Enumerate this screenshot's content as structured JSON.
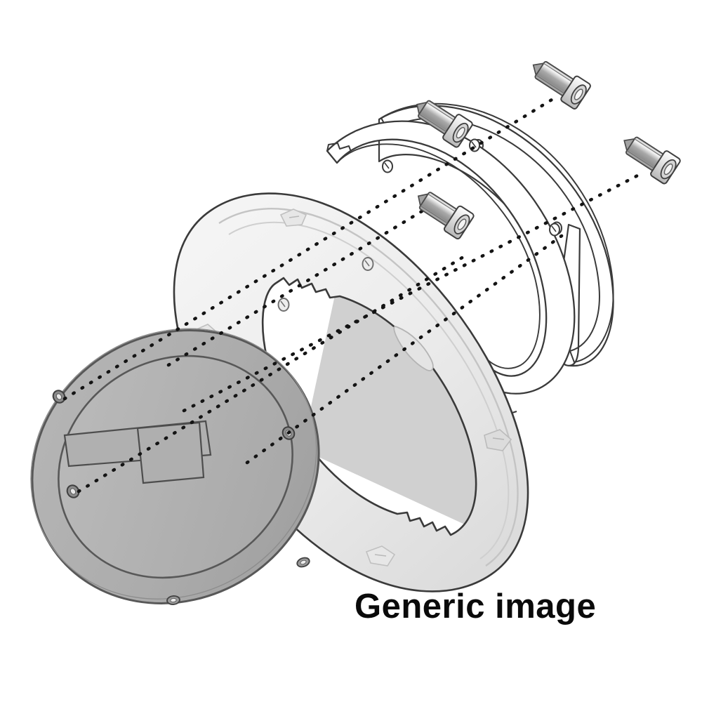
{
  "illustration": {
    "title": "Tank lock flange mounting kit exploded view",
    "type": "exploded-assembly-diagram",
    "background_color": "#ffffff",
    "watermark_text": "Generic image",
    "watermark_color": "#0a0a0a",
    "line_color": "#3a3a3a",
    "palette": {
      "plate_fill": "#ababab",
      "plate_inner_fill": "#b4b4b4",
      "plate_edge": "#8f8f8f",
      "ring_fill": "#f1f1f1",
      "ring_shade": "#e2e2e2",
      "ring_dark_shade": "#cfcfcf",
      "horseshoe_fill": "#ffffff",
      "horseshoe_shade": "#d6d6d6",
      "screw_head_fill": "#e9e9e9",
      "screw_shaft_fill": "#9e9e9e",
      "outline": "#3a3a3a",
      "dotted_line": "#141414"
    }
  },
  "parts": [
    {
      "id": "cover-plate",
      "label": "Cover plate",
      "hole_count": 5,
      "fill": "#ababab"
    },
    {
      "id": "flange-ring",
      "label": "Flange ring with serrated inner profile",
      "hole_count": 5,
      "fill": "#f1f1f1"
    },
    {
      "id": "horseshoe-ring-front",
      "label": "Front C-shaped clamp ring",
      "hole_count": 4,
      "fill": "#ffffff"
    },
    {
      "id": "horseshoe-ring-rear",
      "label": "Rear C-shaped clamp ring",
      "hole_count": 4,
      "fill": "#ffffff"
    },
    {
      "id": "screw-1",
      "label": "Socket head cap screw 1",
      "fill": "#9e9e9e"
    },
    {
      "id": "screw-2",
      "label": "Socket head cap screw 2",
      "fill": "#9e9e9e"
    },
    {
      "id": "screw-3",
      "label": "Socket head cap screw 3",
      "fill": "#9e9e9e"
    },
    {
      "id": "screw-4",
      "label": "Socket head cap screw 4",
      "fill": "#9e9e9e"
    }
  ],
  "assembly_lines": {
    "count": 5,
    "style": "dotted",
    "description": "Dotted leader lines connect each screw through the ring holes into the cover plate holes"
  }
}
